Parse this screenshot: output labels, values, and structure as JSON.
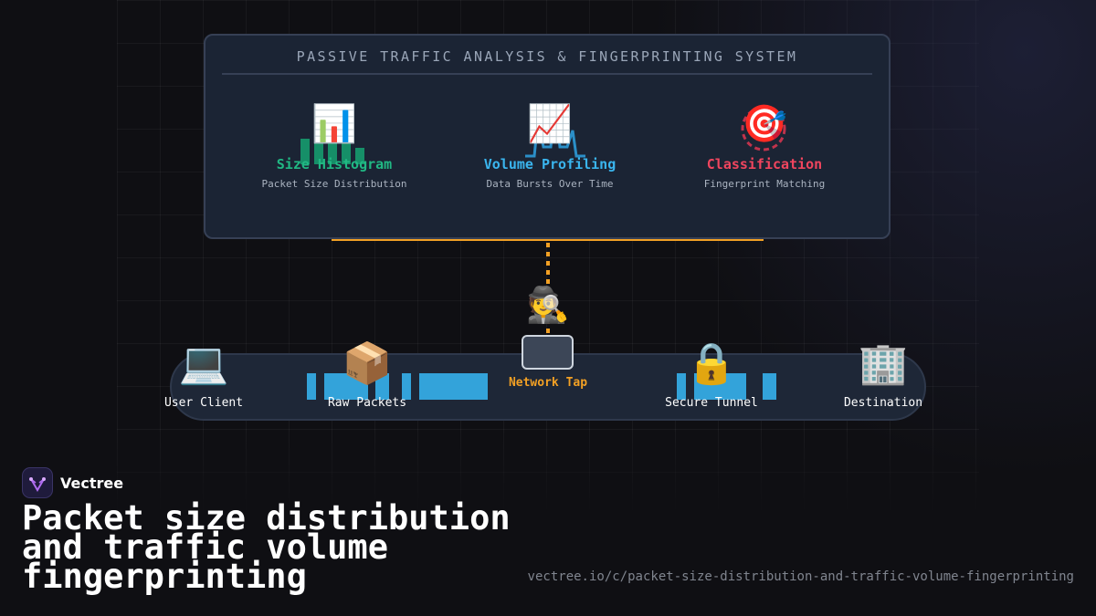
{
  "diagram": {
    "panel_title": "PASSIVE TRAFFIC ANALYSIS & FINGERPRINTING SYSTEM",
    "stages": [
      {
        "icon": "📊",
        "icon_name": "bar-chart-icon",
        "name": "Size Histogram",
        "sub": "Packet Size Distribution",
        "color": "#21b884"
      },
      {
        "icon": "📈",
        "icon_name": "trend-chart-icon",
        "name": "Volume Profiling",
        "sub": "Data Bursts Over Time",
        "color": "#3ab5ee"
      },
      {
        "icon": "🎯",
        "icon_name": "target-icon",
        "name": "Classification",
        "sub": "Fingerprint Matching",
        "color": "#f0455e"
      }
    ],
    "observer_icon": "🕵️",
    "tap_label": "Network Tap",
    "nodes": [
      {
        "icon": "💻",
        "icon_name": "laptop-icon",
        "label": "User Client"
      },
      {
        "icon": "📦",
        "icon_name": "package-icon",
        "label": "Raw Packets"
      },
      {
        "icon": "🔒",
        "icon_name": "lock-icon",
        "label": "Secure Tunnel"
      },
      {
        "icon": "🏢",
        "icon_name": "building-icon",
        "label": "Destination"
      }
    ],
    "colors": {
      "connector": "#f2a024",
      "packet": "#33a3da",
      "panel_bg": "#1b2434"
    }
  },
  "brand": {
    "name": "Vectree"
  },
  "headline": "Packet size distribution and traffic volume fingerprinting",
  "url": "vectree.io/c/packet-size-distribution-and-traffic-volume-fingerprinting"
}
